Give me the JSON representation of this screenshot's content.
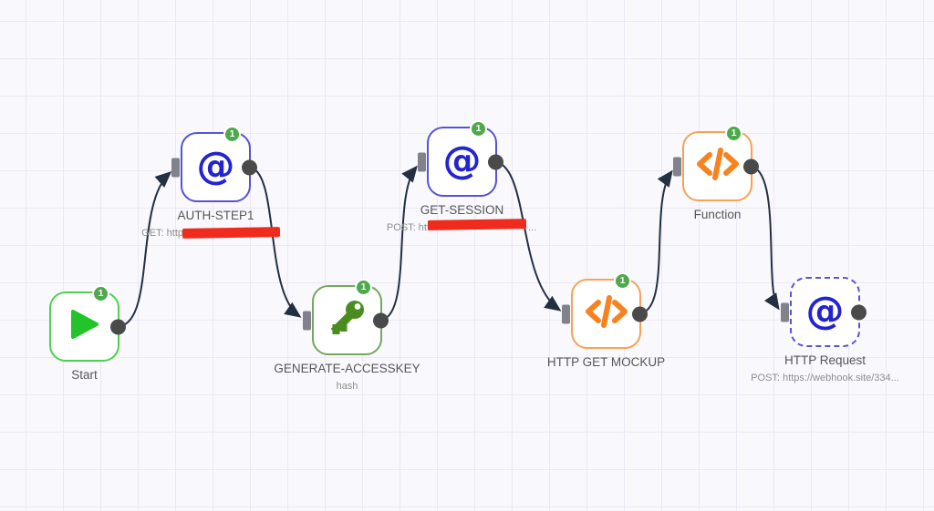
{
  "canvas": {
    "description": "workflow editor canvas",
    "colors": {
      "canvas_bg": "#f9f8fd",
      "grid_line": "#ece8f4",
      "connector": "#233042",
      "badge_green": "#4da94c",
      "start_border_green": "#4ed14e",
      "play_green": "#23c32a",
      "indigo_border": "#5752d6",
      "indigo_icon": "#2424cf",
      "olive_border": "#74a85c",
      "key_green": "#4a8c1e",
      "orange_border": "#f9a154",
      "orange_icon": "#f78320",
      "redaction_red": "#ef2b1e",
      "input_port_gray": "#82828c",
      "output_port_dark": "#4a4a4a"
    }
  },
  "at_glyph": "@",
  "nodes": [
    {
      "id": "start",
      "label": "Start",
      "badge": "1",
      "icon": "play-icon"
    },
    {
      "id": "auth-step1",
      "label": "AUTH-STEP1",
      "badge": "1",
      "icon": "at-icon",
      "subtitle_prefix": "GET: http",
      "subtitle_redacted": true
    },
    {
      "id": "generate-accesskey",
      "label": "GENERATE-ACCESSKEY",
      "badge": "1",
      "icon": "key-icon",
      "subtitle": "hash"
    },
    {
      "id": "get-session",
      "label": "GET-SESSION",
      "badge": "1",
      "icon": "at-icon",
      "subtitle_prefix": "POST: htt",
      "subtitle_suffix": "...",
      "subtitle_redacted": true
    },
    {
      "id": "http-get-mockup",
      "label": "HTTP GET MOCKUP",
      "badge": "1",
      "icon": "code-icon"
    },
    {
      "id": "function",
      "label": "Function",
      "badge": "1",
      "icon": "code-icon"
    },
    {
      "id": "http-request",
      "label": "HTTP Request",
      "icon": "at-icon",
      "border_style": "dashed",
      "subtitle": "POST: https://webhook.site/334..."
    }
  ],
  "connections": [
    {
      "from": "Start",
      "to": "AUTH-STEP1"
    },
    {
      "from": "AUTH-STEP1",
      "to": "GENERATE-ACCESSKEY"
    },
    {
      "from": "GENERATE-ACCESSKEY",
      "to": "GET-SESSION"
    },
    {
      "from": "GET-SESSION",
      "to": "HTTP GET MOCKUP"
    },
    {
      "from": "HTTP GET MOCKUP",
      "to": "Function"
    },
    {
      "from": "Function",
      "to": "HTTP Request"
    }
  ]
}
